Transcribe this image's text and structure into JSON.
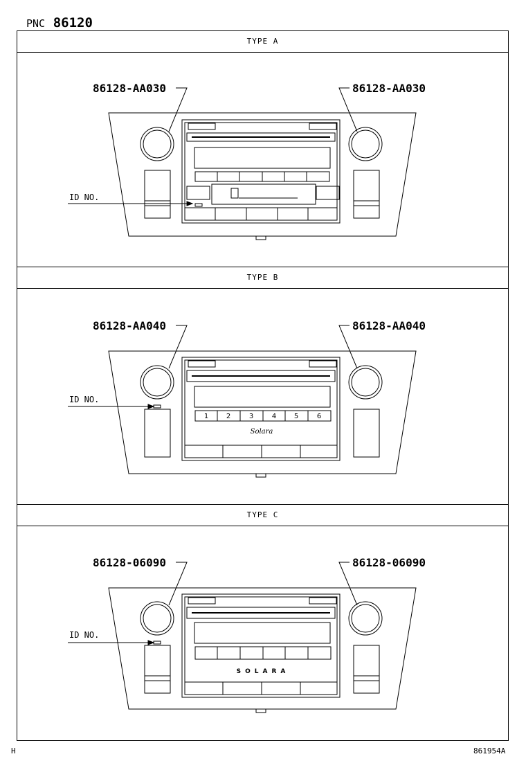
{
  "header": {
    "pnc_label": "PNC",
    "pnc_number": "86120"
  },
  "sections": [
    {
      "type_label": "TYPE  A",
      "part_left": "86128-AA030",
      "part_right": "86128-AA030",
      "id_label": "ID NO."
    },
    {
      "type_label": "TYPE  B",
      "part_left": "86128-AA040",
      "part_right": "86128-AA040",
      "id_label": "ID NO.",
      "preset_buttons": [
        "1",
        "2",
        "3",
        "4",
        "5",
        "6"
      ],
      "logo": "Solara"
    },
    {
      "type_label": "TYPE  C",
      "part_left": "86128-06090",
      "part_right": "86128-06090",
      "id_label": "ID NO.",
      "logo": "SOLARA"
    }
  ],
  "footer": {
    "left": "H",
    "right": "861954A"
  }
}
